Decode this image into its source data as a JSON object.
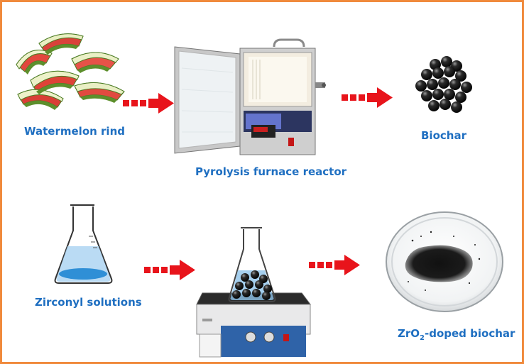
{
  "labels": {
    "watermelon": "Watermelon rind",
    "furnace": "Pyrolysis furnace reactor",
    "biochar": "Biochar",
    "zirconyl": "Zirconyl solutions",
    "zro2_pre": "ZrO",
    "zro2_sub": "2",
    "zro2_post": "-doped biochar"
  },
  "colors": {
    "border": "#f08a3c",
    "label": "#1f6fc1",
    "arrow": "#e8141b",
    "char": "#111111",
    "liquid": "#8fc3ea"
  },
  "icons": {
    "arrow": "red-dotted-arrow-icon",
    "flask": "erlenmeyer-flask-icon",
    "furnace": "furnace-icon",
    "stirrer": "hot-plate-stirrer-icon",
    "dish": "petri-dish-icon"
  }
}
